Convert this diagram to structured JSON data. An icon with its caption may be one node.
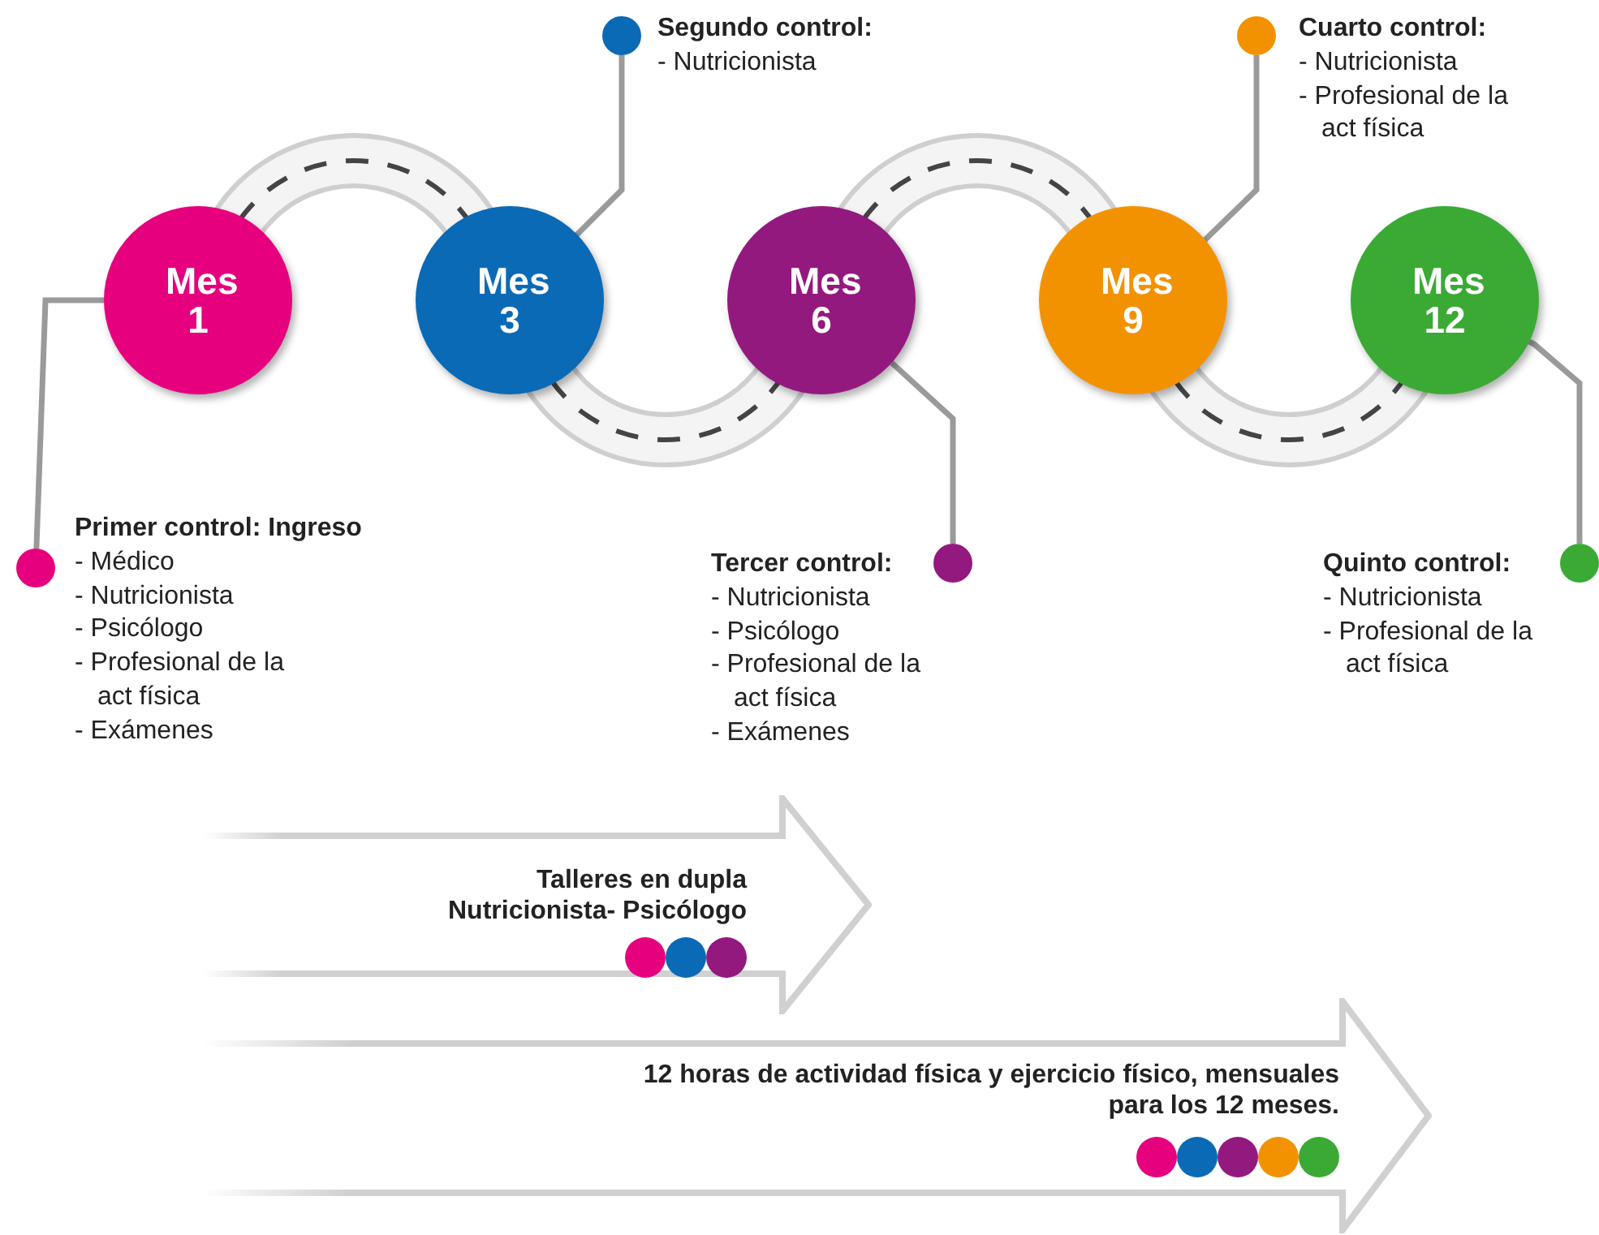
{
  "diagram": {
    "nodes": [
      {
        "text": [
          "Mes 1"
        ]
      },
      {
        "text": [
          "Mes 3"
        ]
      },
      {
        "text": [
          "Mes 6"
        ]
      },
      {
        "text": [
          "Mes 9"
        ]
      },
      {
        "text": [
          "Mes 12"
        ]
      },
      {
        "text": [],
        "shape": "circle",
        "beside": [
          "Primer control: Ingreso",
          "- Médico",
          "- Nutricionista",
          "- Psicólogo",
          "- Profesional de la act física",
          "- Exámenes"
        ]
      },
      {
        "text": [],
        "shape": "circle",
        "beside": [
          "Segundo control:",
          "- Nutricionista"
        ]
      },
      {
        "text": [],
        "shape": "circle",
        "beside": [
          "Tercer control:",
          "- Nutricionista",
          "- Psicólogo",
          "- Profesional de la act física",
          "- Exámenes"
        ]
      },
      {
        "text": [],
        "shape": "circle",
        "beside": [
          "Cuarto control:",
          "- Nutricionista",
          "- Profesional de la act física"
        ]
      },
      {
        "text": [],
        "shape": "circle",
        "beside": [
          "Quinto control:",
          "- Nutricionista",
          "- Profesional de la act física"
        ]
      },
      {
        "text": [
          "Talleres en dupla Nutricionista- Psicólogo"
        ]
      },
      {
        "text": [
          "12 horas de actividad física y ejercicio físico, mensuales para los 12 meses."
        ]
      }
    ],
    "edges": [
      {
        "from": 0,
        "to": 5,
        "arrow": "none"
      },
      {
        "from": 1,
        "to": 6,
        "arrow": "none"
      },
      {
        "from": 2,
        "to": 7,
        "arrow": "none"
      },
      {
        "from": 3,
        "to": 8,
        "arrow": "none"
      },
      {
        "from": 4,
        "to": 9,
        "arrow": "none"
      },
      {
        "from": 0,
        "to": 1,
        "arrow": "none",
        "style": "thick"
      },
      {
        "from": 1,
        "to": 2,
        "arrow": "none",
        "style": "thick"
      },
      {
        "from": 2,
        "to": 3,
        "arrow": "none",
        "style": "thick"
      },
      {
        "from": 3,
        "to": 4,
        "arrow": "none",
        "style": "thick"
      }
    ]
  }
}
